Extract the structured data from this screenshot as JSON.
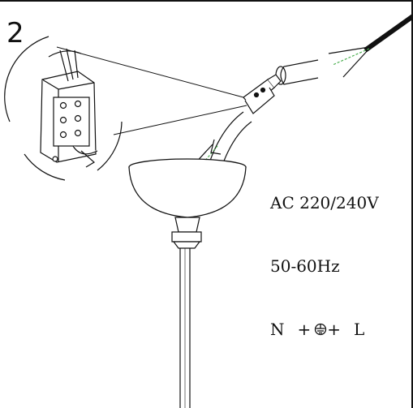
{
  "diagram": {
    "step_number": "2",
    "spec": {
      "voltage": "AC 220/240V",
      "frequency": "50-60Hz",
      "terminal_neutral": "N",
      "terminal_plus_1": "+",
      "terminal_plus_2": "+",
      "terminal_live": "L"
    },
    "icons": {
      "earth": "earth-ground-symbol-icon"
    },
    "colors": {
      "line": "#111111",
      "earth_wire": "#4caf50"
    }
  }
}
